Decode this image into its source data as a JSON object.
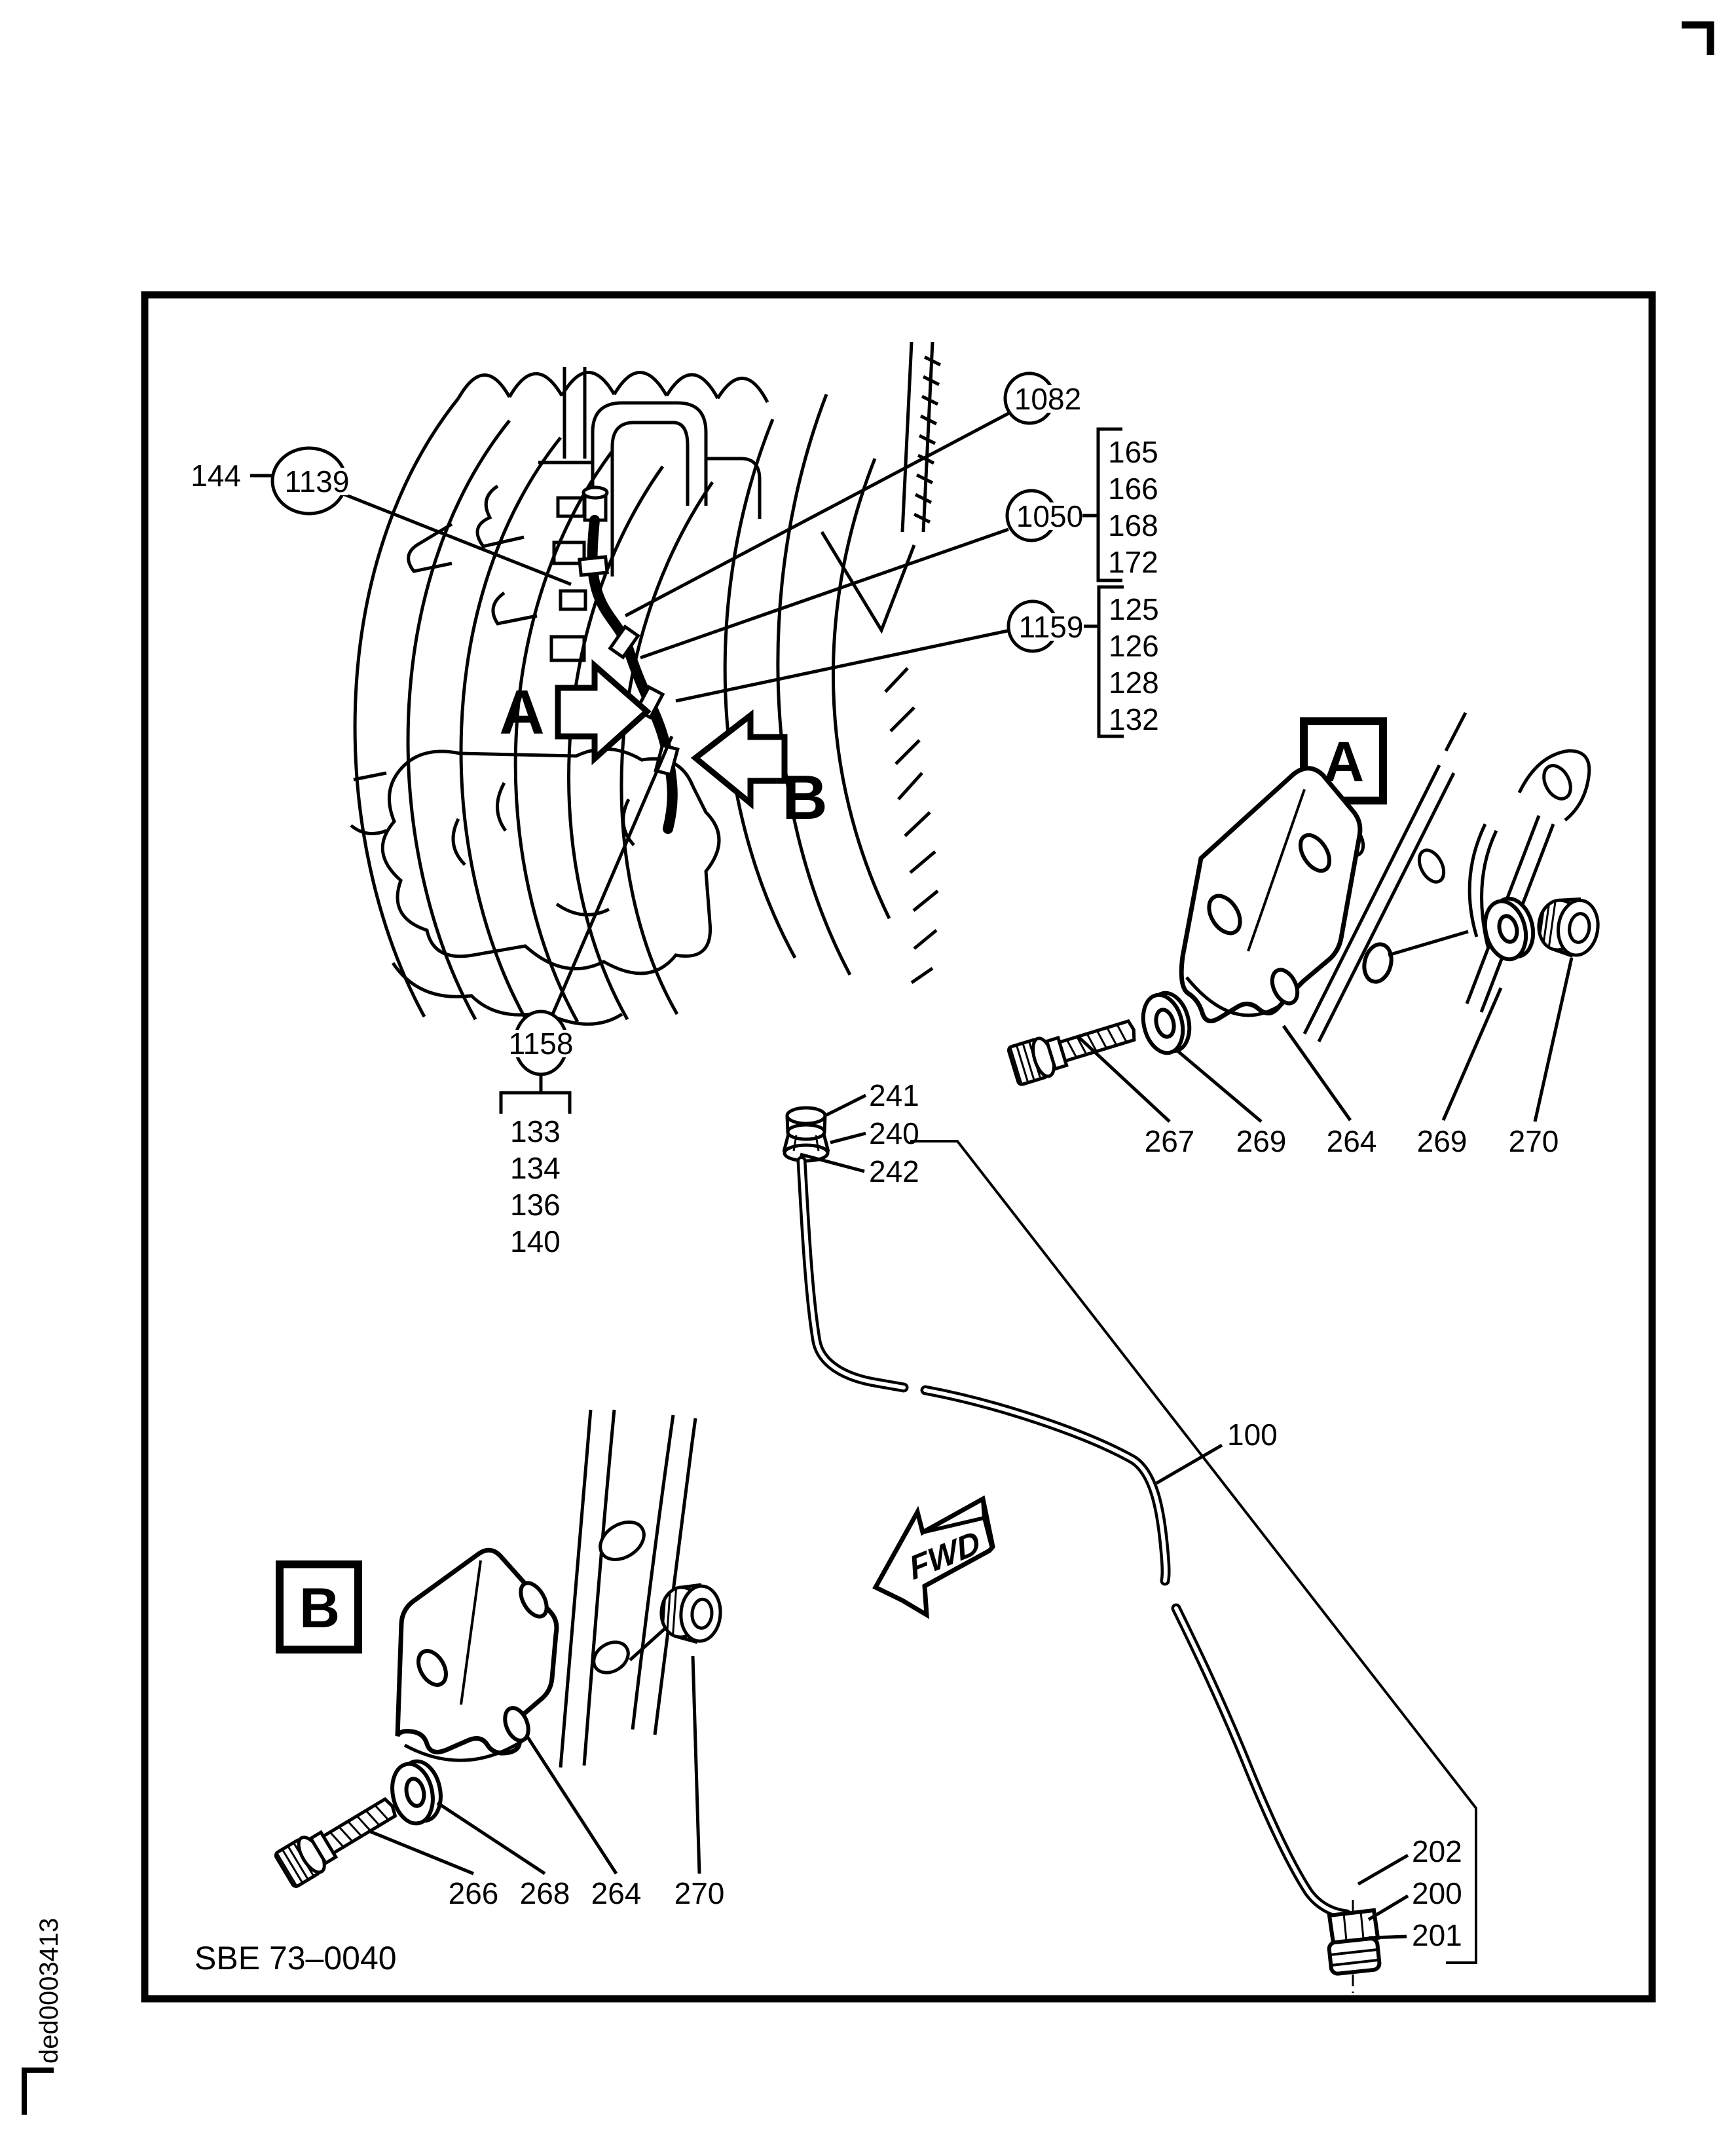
{
  "engine_view": {
    "prefix_144": "144",
    "balloon_1139": "1139",
    "balloon_1082": "1082",
    "balloon_1050": "1050",
    "balloon_1159": "1159",
    "balloon_1158": "1158",
    "list_1050": [
      "165",
      "166",
      "168",
      "172"
    ],
    "list_1159": [
      "125",
      "126",
      "128",
      "132"
    ],
    "list_1158": [
      "133",
      "134",
      "136",
      "140"
    ],
    "view_arrow_a": "A",
    "view_arrow_b": "B"
  },
  "detail_a": {
    "box_letter": "A",
    "callouts": [
      "267",
      "269",
      "264",
      "269",
      "270"
    ]
  },
  "detail_b": {
    "box_letter": "B",
    "callouts": [
      "266",
      "268",
      "264",
      "270"
    ]
  },
  "tube": {
    "top_callouts": [
      "241",
      "240",
      "242"
    ],
    "mid_callout": "100",
    "bottom_callouts": [
      "202",
      "200",
      "201"
    ]
  },
  "fwd_label": "FWD",
  "footer": {
    "figure_code": "SBE 73–0040",
    "side_code": "ded0003413"
  },
  "colors": {
    "ink": "#000000",
    "paper": "#ffffff"
  }
}
